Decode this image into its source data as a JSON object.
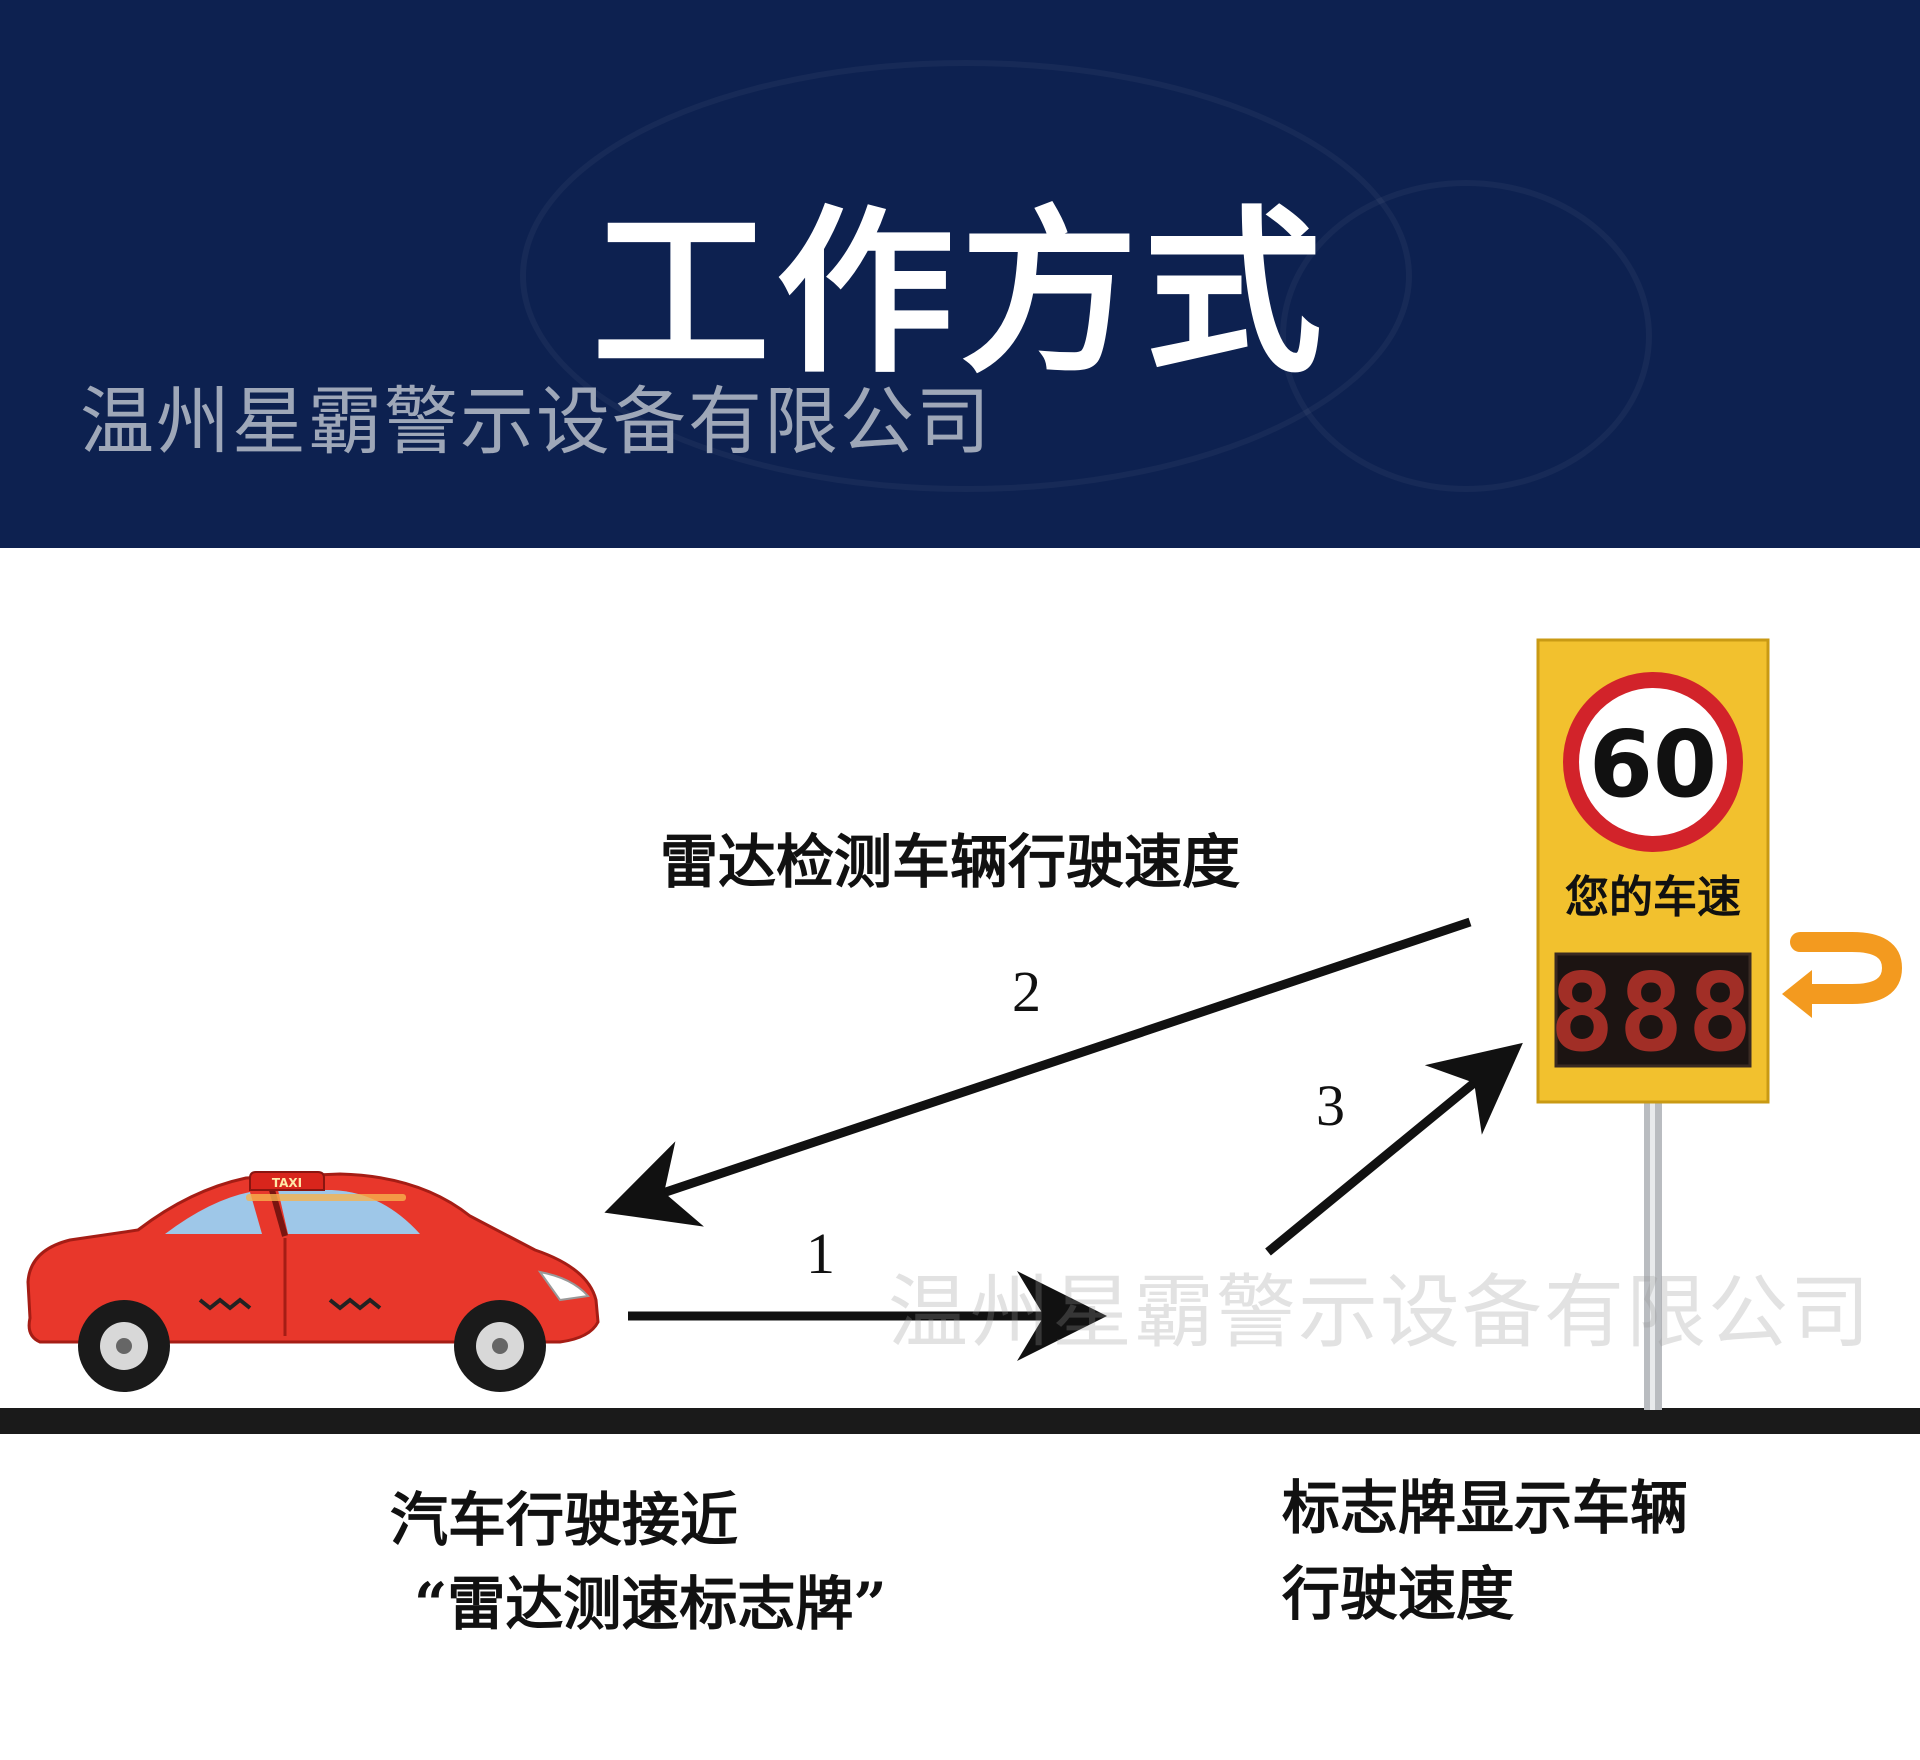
{
  "header": {
    "title": "工作方式",
    "company": "温州星霸警示设备有限公司"
  },
  "watermark": "温州星霸警示设备有限公司",
  "diagram": {
    "top_label": "雷达检测车辆行驶速度",
    "step1": "1",
    "step2": "2",
    "step3": "3",
    "car_label_line1": "汽车行驶接近",
    "car_label_line2": "“雷达测速标志牌”",
    "sign_label_line1": "标志牌显示车辆",
    "sign_label_line2": "行驶速度"
  },
  "sign": {
    "speed_limit": "60",
    "caption": "您的车速",
    "display_digits": "888",
    "background_color": "#f2c12e",
    "ring_color": "#d2232a",
    "digit_color": "#e23a2e"
  },
  "car": {
    "roof_label": "TAXI",
    "body_color": "#e8372b"
  },
  "colors": {
    "header_bg": "#0d2150",
    "arrow_color": "#111111",
    "u_turn_arrow": "#f39a1f"
  }
}
